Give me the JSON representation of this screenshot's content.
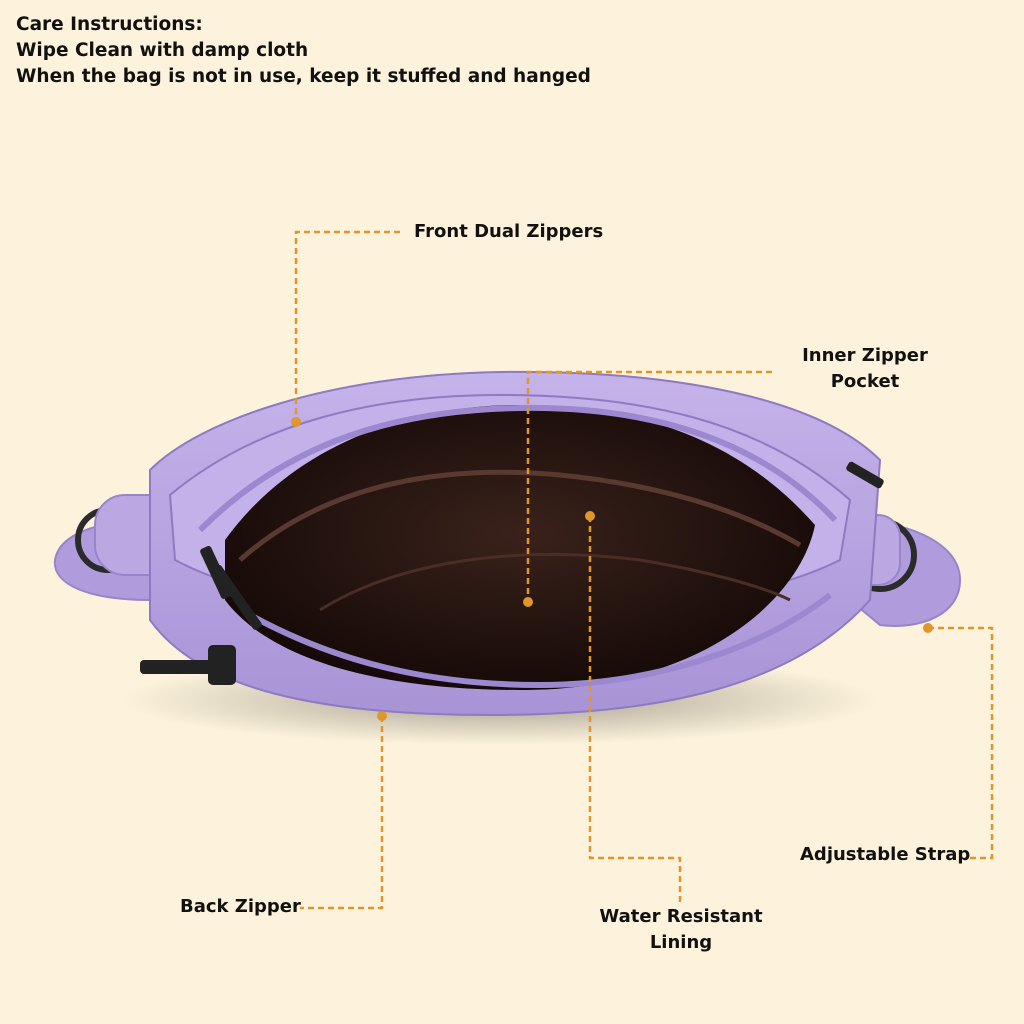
{
  "care": {
    "heading": "Care Instructions:",
    "line1": "Wipe Clean with damp cloth",
    "line2": "When the bag is not in use, keep it stuffed and hanged"
  },
  "callouts": {
    "front_dual_zippers": "Front Dual Zippers",
    "inner_zipper_pocket_1": "Inner Zipper",
    "inner_zipper_pocket_2": "Pocket",
    "adjustable_strap": "Adjustable Strap",
    "back_zipper": "Back Zipper",
    "water_resistant_lining_1": "Water Resistant",
    "water_resistant_lining_2": "Lining"
  },
  "colors": {
    "background": "#fdf3dc",
    "bag": "#b7a3df",
    "lining": "#2a1712",
    "callout_line": "#e0962a"
  }
}
